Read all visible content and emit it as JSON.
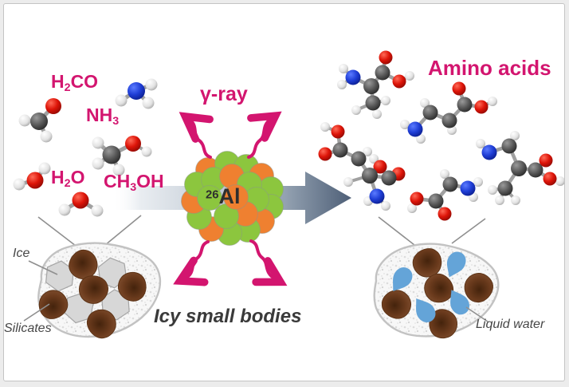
{
  "figure": {
    "type": "graphical-abstract",
    "theme": "amino acid formation in icy small bodies driven by 26Al gamma rays"
  },
  "colors": {
    "label_magenta": "#d3156f",
    "dark_text": "#3a3a3a",
    "gray_text": "#474747",
    "cluster_green": "#8cc63e",
    "cluster_orange": "#ef8030",
    "drop_blue": "#64a4d8",
    "silicate_brown": "#6b3b1d",
    "ice_gray": "#d7d7d7",
    "arrow_dark": "#4e5f77",
    "arrow_light": "#e9edf1"
  },
  "labels": {
    "h2co": {
      "pre": "H",
      "sub": "2",
      "post": "CO"
    },
    "nh3": {
      "pre": "NH",
      "sub": "3",
      "post": ""
    },
    "h2o": {
      "pre": "H",
      "sub": "2",
      "post": "O"
    },
    "ch3oh": {
      "pre": "CH",
      "sub": "3",
      "post": "OH"
    },
    "gamma_ray": "γ-ray",
    "al26": {
      "sup": "26",
      "text": "Al"
    },
    "amino_acids": "Amino acids",
    "icy_small_bodies": "Icy small bodies",
    "ice": "Ice",
    "silicates": "Silicates",
    "liquid_water": "Liquid water"
  }
}
